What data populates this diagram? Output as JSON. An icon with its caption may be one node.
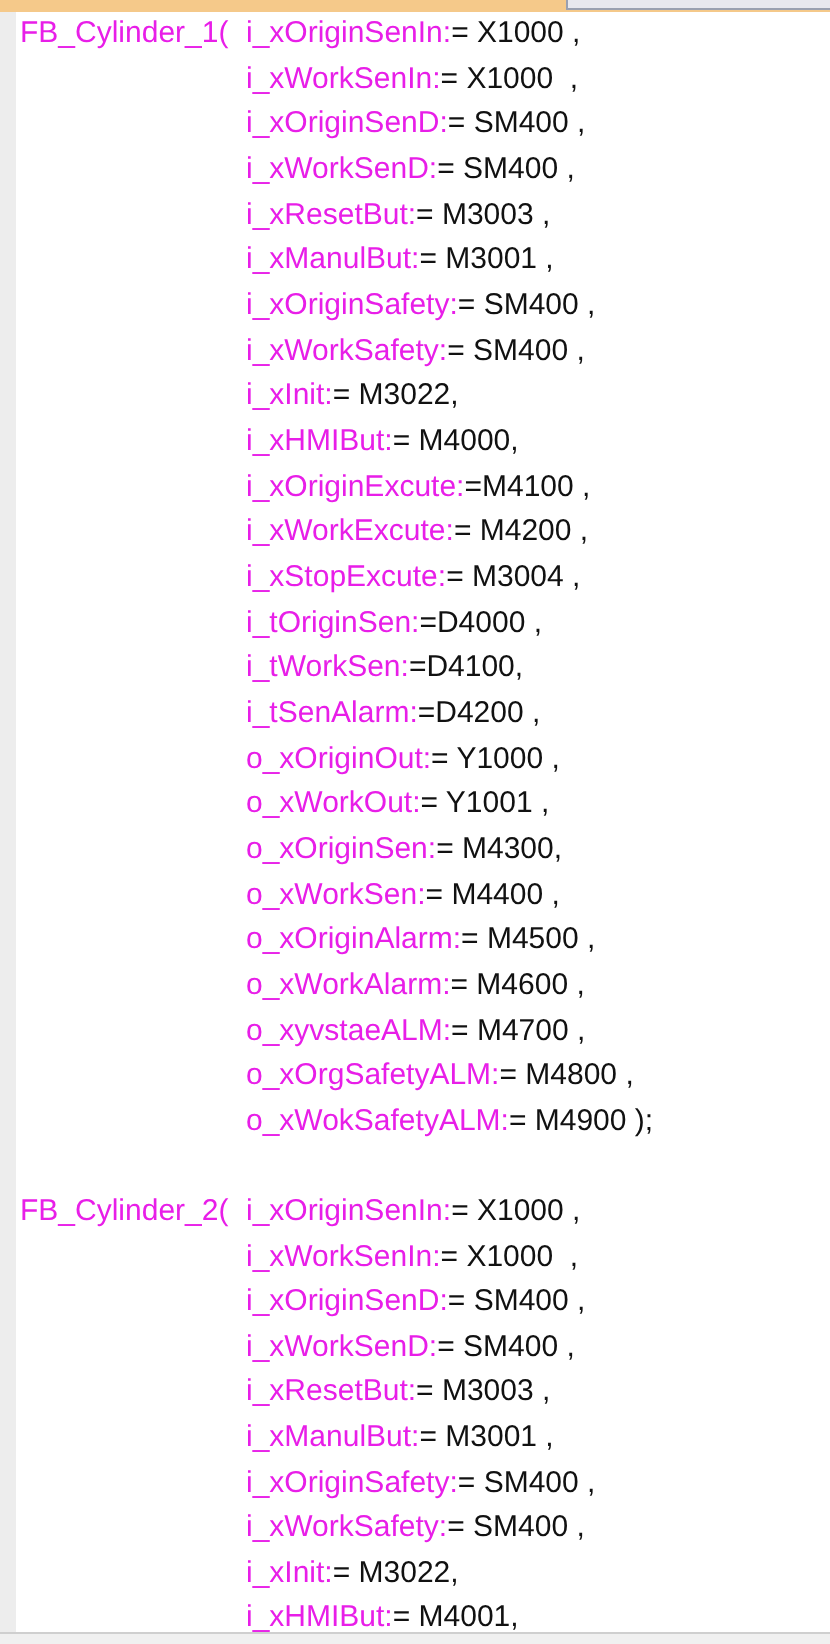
{
  "diagram": {
    "labels": [
      "FB_Cylinder_1(",
      "i_xOriginSenIn:",
      "= X1000 ,",
      "i_xWorkSenIn:",
      "= X1000  ,",
      "i_xOriginSenD:",
      "= SM400 ,",
      "i_xWorkSenD:",
      "= SM400 ,",
      "i_xResetBut:",
      "= M3003 ,",
      "i_xManulBut:",
      "= M3001 ,",
      "i_xOriginSafety:",
      "= SM400 ,",
      "i_xWorkSafety:",
      "= SM400 ,",
      "i_xInit:",
      "= M3022,",
      "i_xHMIBut:",
      "= M4000,",
      "i_xOriginExcute:",
      "=M4100 ,",
      "i_xWorkExcute:",
      "= M4200 ,",
      "i_xStopExcute:",
      "= M3004 ,",
      "i_tOriginSen:",
      "=D4000 ,",
      "i_tWorkSen:",
      "=D4100,",
      "i_tSenAlarm:",
      "=D4200 ,",
      "o_xOriginOut:",
      "= Y1000 ,",
      "o_xWorkOut:",
      "= Y1001 ,",
      "o_xOriginSen:",
      "= M4300,",
      "o_xWorkSen:",
      "= M4400 ,",
      "o_xOriginAlarm:",
      "= M4500 ,",
      "o_xWorkAlarm:",
      "= M4600 ,",
      "o_xyvstaeALM:",
      "= M4700 ,",
      "o_xOrgSafetyALM:",
      "= M4800 ,",
      "o_xWokSafetyALM:",
      "= M4900 );",
      "FB_Cylinder_2(",
      "i_xOriginSenIn:",
      "= X1000 ,",
      "i_xWorkSenIn:",
      "= X1000  ,",
      "i_xOriginSenD:",
      "= SM400 ,",
      "i_xWorkSenD:",
      "= SM400 ,",
      "i_xResetBut:",
      "= M3003 ,",
      "i_xManulBut:",
      "= M3001 ,",
      "i_xOriginSafety:",
      "= SM400 ,",
      "i_xWorkSafety:",
      "= SM400 ,",
      "i_xInit:",
      "= M3022,",
      "i_xHMIBut:",
      "= M4001,"
    ]
  }
}
